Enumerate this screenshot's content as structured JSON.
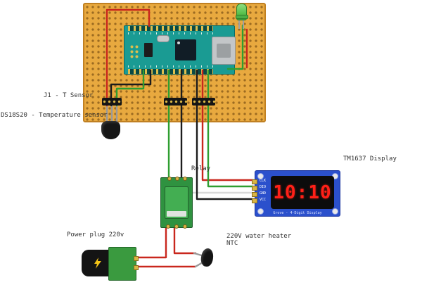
{
  "labels": {
    "j1_sensor": "J1 - T Sensor",
    "ds18s20": "DS18S20 - Temperature sensor",
    "relay": "Relay",
    "tm1637": "TM1637 Display",
    "power_plug": "Power plug 220v",
    "water_heater": "220V water heater",
    "ntc": "NTC"
  },
  "display": {
    "value": "10:10",
    "pins": [
      "CLK",
      "DIO",
      "GND",
      "VCC"
    ],
    "caption": "Grove - 4-Digit Display"
  },
  "colors": {
    "wire_red": "#c9271d",
    "wire_black": "#1c1c1c",
    "wire_green": "#2f9e30",
    "wire_white": "#d9d9d9",
    "breadboard": "#e8a93f",
    "breadboard_border": "#c08022",
    "nano_teal": "#1a9b93",
    "display_blue": "#2b50cc",
    "digit_red": "#ff2018",
    "relay_green": "#2f9240",
    "plug_green": "#3a9a3f",
    "led_green": "#58c04c"
  }
}
